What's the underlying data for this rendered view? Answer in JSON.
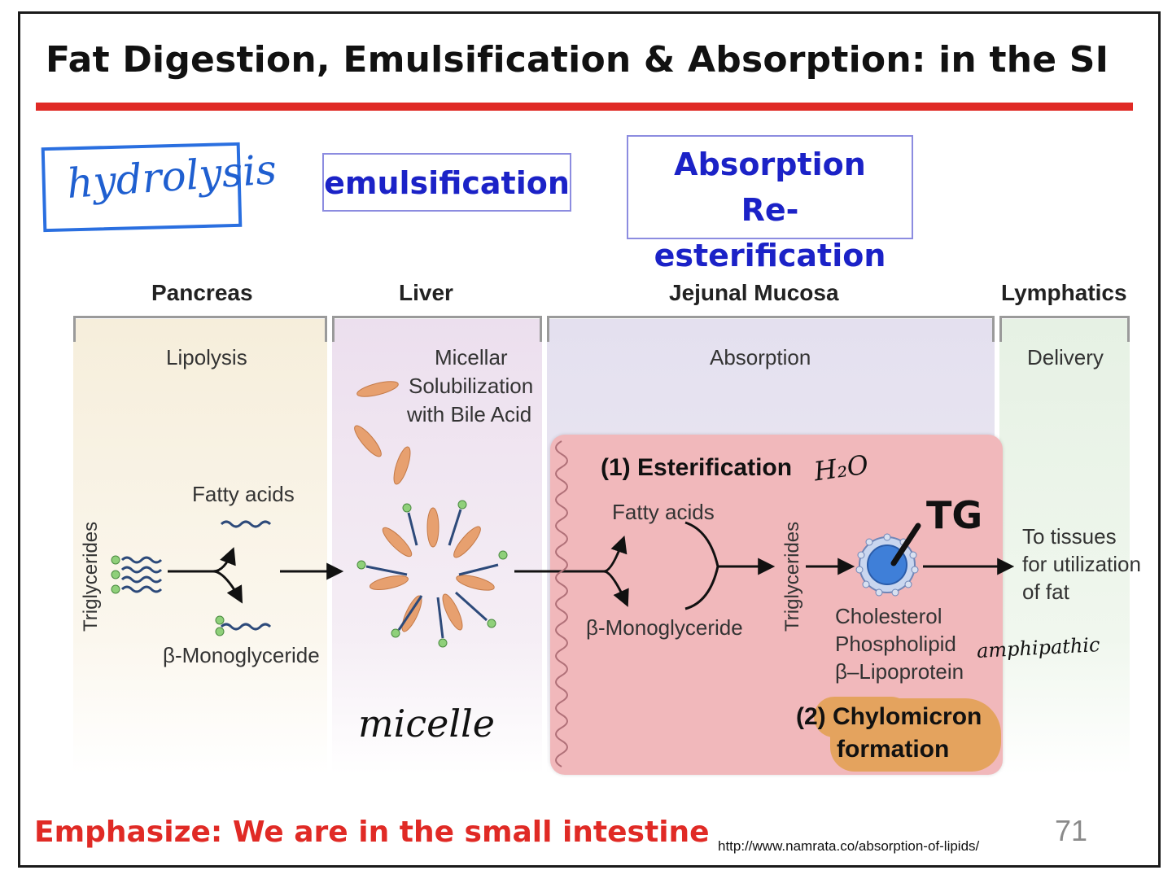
{
  "slide": {
    "title": "Fat Digestion, Emulsification & Absorption: in the SI",
    "page_number": "71",
    "emphasis": "Emphasize: We are in the small intestine",
    "source_url": "http://www.namrata.co/absorption-of-lipids/"
  },
  "annotations": {
    "hydrolysis": "hydrolysis",
    "micelle": "micelle",
    "water": "H₂O",
    "tg": "TG",
    "amphipathic": "amphipathic"
  },
  "boxes": {
    "emulsification": "emulsification",
    "absorption_line1": "Absorption",
    "absorption_line2": "Re-esterification"
  },
  "regions": {
    "pancreas": "Pancreas",
    "liver": "Liver",
    "jejunal": "Jejunal Mucosa",
    "lymphatics": "Lymphatics"
  },
  "processes": {
    "lipolysis": "Lipolysis",
    "micellar_1": "Micellar",
    "micellar_2": "Solubilization",
    "micellar_3": "with Bile Acid",
    "absorption": "Absorption",
    "delivery": "Delivery"
  },
  "labels": {
    "triglycerides": "Triglycerides",
    "fatty_acids": "Fatty acids",
    "monoglyceride": "β-Monoglyceride",
    "esterification": "(1) Esterification",
    "cell_fatty_acids": "Fatty acids",
    "cell_monoglyceride": "β-Monoglyceride",
    "cell_triglycerides": "Triglycerides",
    "cholesterol": "Cholesterol",
    "phospholipid": "Phospholipid",
    "lipoprotein": "β–Lipoprotein",
    "chylomicron_1": "(2) Chylomicron",
    "chylomicron_2": "formation",
    "tissues_1": "To tissues",
    "tissues_2": "for utilization",
    "tissues_3": "of fat"
  },
  "colors": {
    "accent_red": "#e02a25",
    "box_blue": "#1b22c7",
    "hand_blue": "#1f5fd0",
    "cell_pink": "#f1b8bb",
    "chylo_orange": "#e4a35e"
  }
}
